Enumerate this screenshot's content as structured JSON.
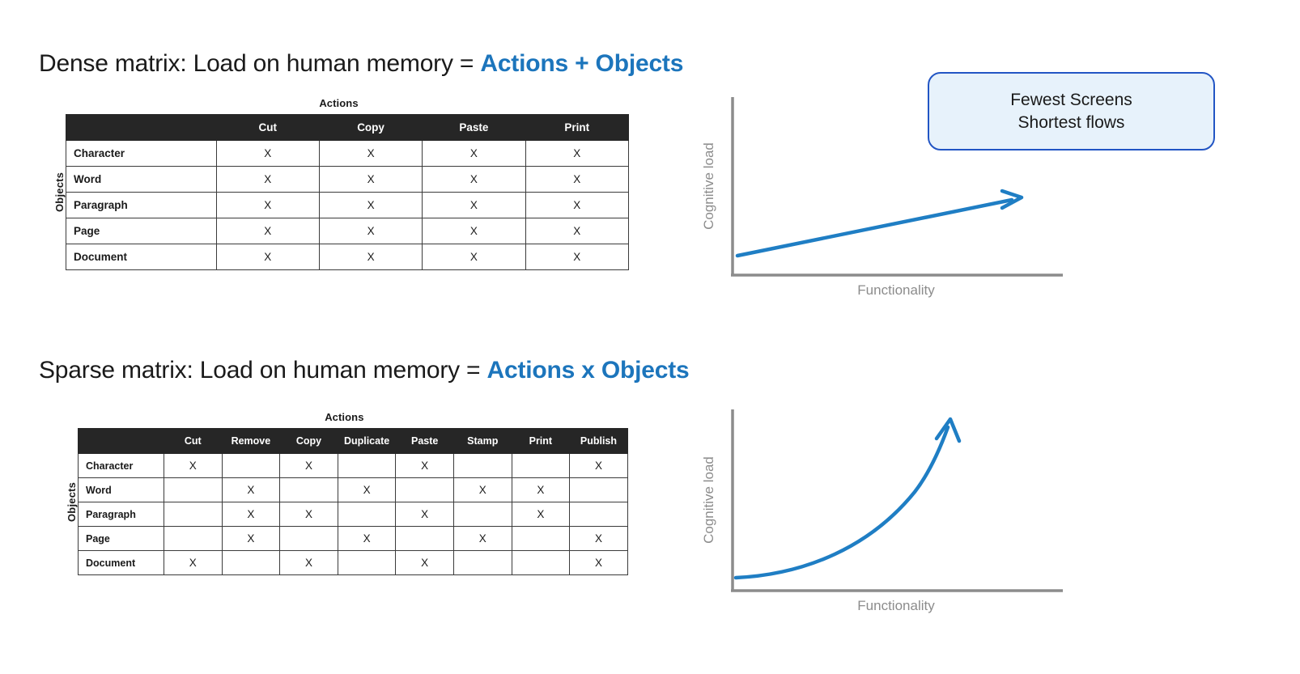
{
  "dense": {
    "title_prefix": "Dense matrix: Load on human memory = ",
    "title_accent": "Actions + Objects",
    "actions_caption": "Actions",
    "objects_caption": "Objects",
    "columns": [
      "Cut",
      "Copy",
      "Paste",
      "Print"
    ],
    "rows": [
      {
        "label": "Character",
        "cells": [
          "X",
          "X",
          "X",
          "X"
        ]
      },
      {
        "label": "Word",
        "cells": [
          "X",
          "X",
          "X",
          "X"
        ]
      },
      {
        "label": "Paragraph",
        "cells": [
          "X",
          "X",
          "X",
          "X"
        ]
      },
      {
        "label": "Page",
        "cells": [
          "X",
          "X",
          "X",
          "X"
        ]
      },
      {
        "label": "Document",
        "cells": [
          "X",
          "X",
          "X",
          "X"
        ]
      }
    ]
  },
  "sparse": {
    "title_prefix": "Sparse matrix: Load on human memory = ",
    "title_accent": "Actions x Objects",
    "actions_caption": "Actions",
    "objects_caption": "Objects",
    "columns": [
      "Cut",
      "Remove",
      "Copy",
      "Duplicate",
      "Paste",
      "Stamp",
      "Print",
      "Publish"
    ],
    "rows": [
      {
        "label": "Character",
        "cells": [
          "X",
          "",
          "X",
          "",
          "X",
          "",
          "",
          "X"
        ]
      },
      {
        "label": "Word",
        "cells": [
          "",
          "X",
          "",
          "X",
          "",
          "X",
          "X",
          ""
        ]
      },
      {
        "label": "Paragraph",
        "cells": [
          "",
          "X",
          "X",
          "",
          "X",
          "",
          "X",
          ""
        ]
      },
      {
        "label": "Page",
        "cells": [
          "",
          "X",
          "",
          "X",
          "",
          "X",
          "",
          "X"
        ]
      },
      {
        "label": "Document",
        "cells": [
          "X",
          "",
          "X",
          "",
          "X",
          "",
          "",
          "X"
        ]
      }
    ]
  },
  "callout": {
    "line1": "Fewest Screens",
    "line2": "Shortest flows"
  },
  "colors": {
    "accent_blue": "#1c75bc",
    "curve_blue": "#1f7ec4",
    "callout_fill": "#e7f2fb",
    "callout_border": "#2255c4",
    "header_dark": "#262626",
    "axis_gray": "#8c8c8c"
  },
  "chart_data": [
    {
      "type": "line",
      "id": "dense-chart",
      "title": "",
      "xlabel": "Functionality",
      "ylabel": "Cognitive load",
      "grid": false,
      "legend": "none",
      "xlim": [
        0,
        10
      ],
      "ylim": [
        0,
        10
      ],
      "annotation": "linear growth, arrow head at end",
      "series": [
        {
          "name": "Cognitive load (dense matrix)",
          "x": [
            0,
            2,
            4,
            6,
            8,
            10
          ],
          "values": [
            1.0,
            1.6,
            2.2,
            2.8,
            3.4,
            4.0
          ]
        }
      ]
    },
    {
      "type": "line",
      "id": "sparse-chart",
      "title": "",
      "xlabel": "Functionality",
      "ylabel": "Cognitive load",
      "grid": false,
      "legend": "none",
      "xlim": [
        0,
        10
      ],
      "ylim": [
        0,
        10
      ],
      "annotation": "exponential growth, arrow head at end",
      "series": [
        {
          "name": "Cognitive load (sparse matrix)",
          "x": [
            0,
            2,
            4,
            6,
            8,
            9.5
          ],
          "values": [
            0.6,
            0.9,
            1.8,
            3.6,
            6.6,
            9.2
          ]
        }
      ]
    }
  ]
}
